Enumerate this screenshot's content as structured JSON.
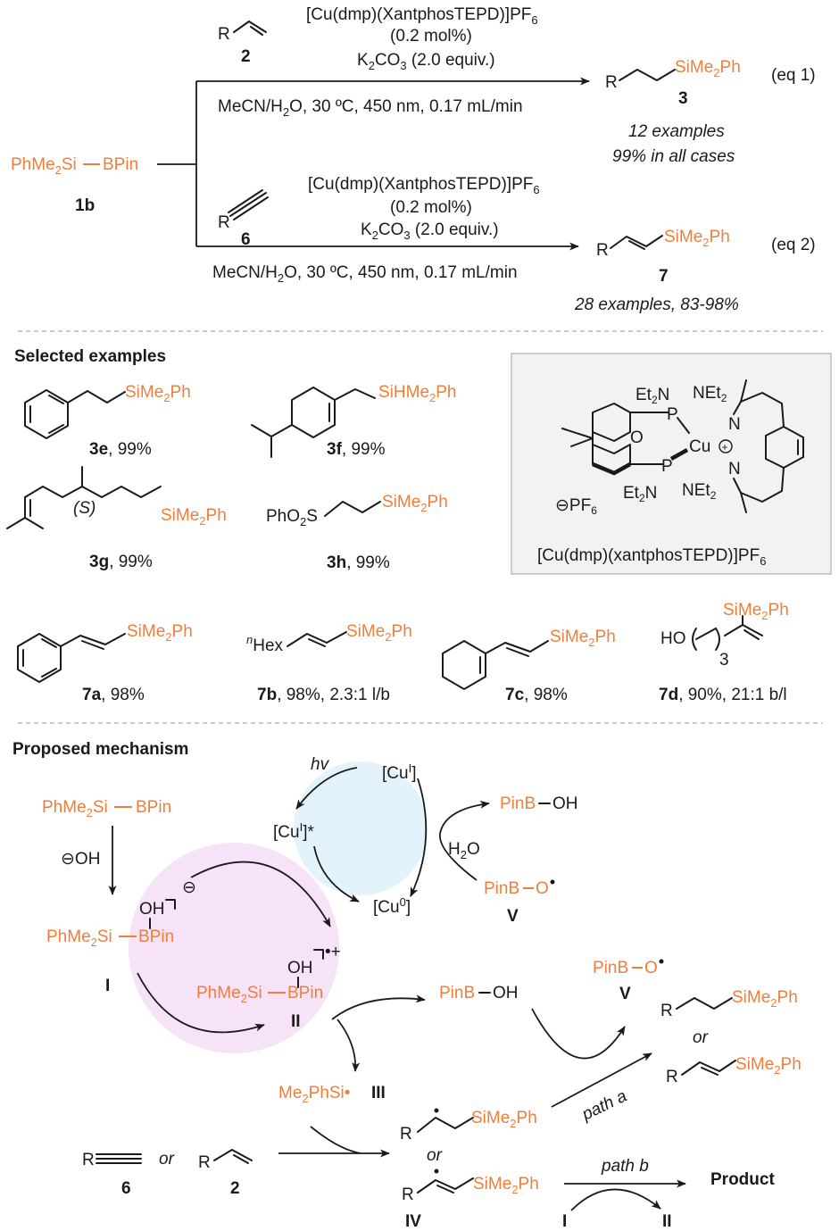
{
  "reagent": {
    "formula": "PhMe2Si—BPin",
    "label": "1b"
  },
  "eq1": {
    "substrate_label": "2",
    "catalyst": "[Cu(dmp)(XantphosTEPD)]PF6",
    "loading": "(0.2 mol%)",
    "base": "K2CO3 (2.0 equiv.)",
    "conditions": "MeCN/H2O, 30 ºC, 450 nm, 0.17 mL/min",
    "product_label": "3",
    "tag": "(eq 1)",
    "scope_count": "12 examples",
    "scope_yield": "99% in all cases"
  },
  "eq2": {
    "substrate_label": "6",
    "catalyst": "[Cu(dmp)(XantphosTEPD)]PF6",
    "loading": "(0.2 mol%)",
    "base": "K2CO3 (2.0 equiv.)",
    "conditions": "MeCN/H2O, 30 ºC, 450 nm, 0.17 mL/min",
    "product_label": "7",
    "tag": "(eq 2)",
    "scope": "28 examples, 83-98%"
  },
  "examples": {
    "heading": "Selected examples",
    "items": [
      {
        "id": "3e",
        "result": ", 99%"
      },
      {
        "id": "3f",
        "result": ", 99%"
      },
      {
        "id": "3g",
        "result": ", 99%"
      },
      {
        "id": "3h",
        "result": ", 99%"
      },
      {
        "id": "7a",
        "result": ", 98%"
      },
      {
        "id": "7b",
        "result": ", 98%, 2.3:1 l/b"
      },
      {
        "id": "7c",
        "result": ", 98%"
      },
      {
        "id": "7d",
        "result": ", 90%, 21:1 b/l"
      }
    ],
    "catalyst_name": "[Cu(dmp)(xantphosTEPD)]PF6"
  },
  "mechanism": {
    "heading": "Proposed mechanism",
    "hv": "hv",
    "cu1": "[CuI]",
    "cu1_star": "[CuI]*",
    "cu0": "[Cu0]",
    "h2o": "H2O",
    "pinb_oh": "PinB—OH",
    "pinb_o_radical": "PinB—O•",
    "int_V": "V",
    "int_I": "I",
    "int_II": "II",
    "int_III": "III",
    "int_IV": "IV",
    "silyl_radical": "Me2PhSi•",
    "path_a": "path a",
    "path_b": "path b",
    "or": "or",
    "product": "Product"
  },
  "colors": {
    "highlight": "#ef7e3a",
    "cycle_blue": "#e3f3fb",
    "cycle_pink": "#f7e3f7",
    "box_bg": "#f2f2f2"
  }
}
